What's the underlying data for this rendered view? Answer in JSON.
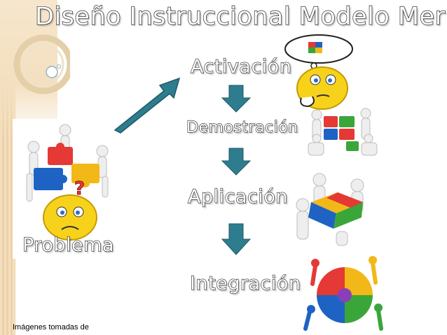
{
  "title": "Diseño Instruccional Modelo Merill",
  "problem_label": "Problema",
  "steps": [
    {
      "label": "Activación"
    },
    {
      "label": "Demostración"
    },
    {
      "label": "Aplicación"
    },
    {
      "label": "Integración"
    }
  ],
  "caption": "Imágenes tomadas de",
  "colors": {
    "arrow": "#2d7d8e",
    "puzzle_red": "#e53935",
    "puzzle_blue": "#1e63c4",
    "puzzle_green": "#3aa63a",
    "puzzle_yellow": "#f2b817",
    "face_yellow": "#f7d21a"
  },
  "icons": [
    "thinking-face-icon",
    "puzzle-team-icon",
    "question-face-icon"
  ]
}
